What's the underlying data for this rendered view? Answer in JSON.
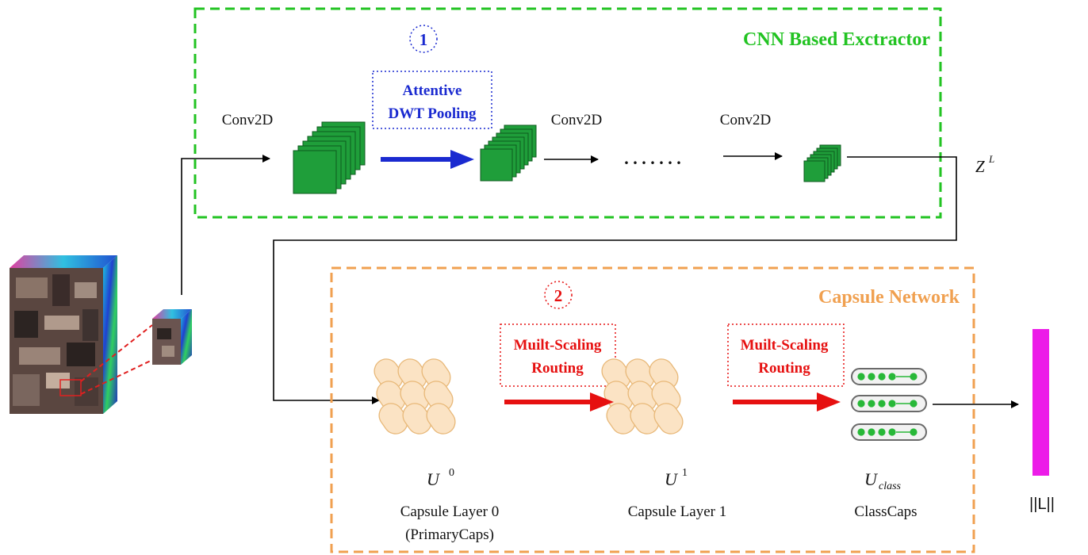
{
  "cnn_section": {
    "title": "CNN Based Exctractor",
    "step_number": "1",
    "pooling_label_line1": "Attentive",
    "pooling_label_line2": "DWT Pooling",
    "conv_labels": [
      "Conv2D",
      "Conv2D",
      "Conv2D"
    ],
    "dots": ". . . . . . .",
    "output_symbol": "Z",
    "output_superscript": "L"
  },
  "capsule_section": {
    "title": "Capsule Network",
    "step_number": "2",
    "routing_labels": [
      {
        "line1": "Muilt-Scaling",
        "line2": "Routing"
      },
      {
        "line1": "Muilt-Scaling",
        "line2": "Routing"
      }
    ],
    "layers": [
      {
        "symbol": "U",
        "script": "0",
        "name_line1": "Capsule Layer 0",
        "name_line2": "(PrimaryCaps)"
      },
      {
        "symbol": "U",
        "script": "1",
        "name_line1": "Capsule Layer 1",
        "name_line2": ""
      },
      {
        "symbol": "U",
        "script": "class",
        "name_line1": "ClassCaps",
        "name_line2": ""
      }
    ]
  },
  "output_label": "||L||",
  "colors": {
    "cnn_border": "#22c322",
    "capsule_border": "#f0a050",
    "step1": "#1a2ad0",
    "step2": "#e61010",
    "feature_map": "#1f9e3a",
    "capsule": "#fbe3c4",
    "output_bar": "#ec1ce8"
  }
}
